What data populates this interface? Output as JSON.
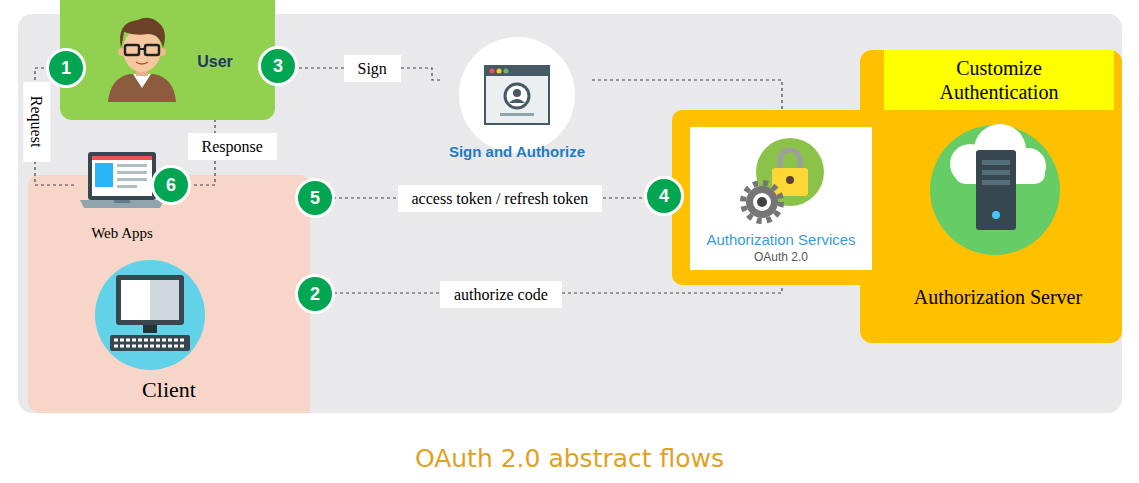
{
  "diagram": {
    "caption": "OAuth 2.0 abstract flows",
    "nodes": [
      {
        "text": [
          "User"
        ]
      },
      {
        "text": [
          "Client"
        ]
      },
      {
        "text": [
          "Web Apps"
        ],
        "in": 1
      },
      {
        "text": [
          "Sign and Authorize"
        ]
      },
      {
        "text": [
          "Authorization Services",
          "OAuth 2.0"
        ]
      },
      {
        "text": [
          "Authorization Server"
        ]
      },
      {
        "text": [
          "Customize Authentication"
        ],
        "in": 5
      }
    ],
    "edges": [
      {
        "from": 2,
        "to": 0,
        "label": "Request",
        "arrow": "none"
      },
      {
        "from": 0,
        "to": 3,
        "label": "Sign",
        "arrow": "none"
      },
      {
        "from": 3,
        "to": 4,
        "arrow": "none"
      },
      {
        "from": 1,
        "to": 4,
        "label": "authorize code",
        "arrow": "none"
      },
      {
        "from": 4,
        "to": 1,
        "label": "access token / refresh token",
        "arrow": "none"
      },
      {
        "from": 2,
        "to": 0,
        "label": "Response",
        "arrow": "none"
      }
    ],
    "labels": [
      "1",
      "2",
      "3",
      "4",
      "5",
      "6"
    ]
  }
}
